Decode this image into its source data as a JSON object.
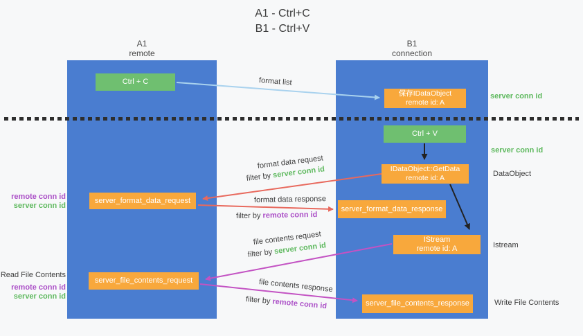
{
  "title": {
    "line1": "A1 - Ctrl+C",
    "line2": "B1 - Ctrl+V"
  },
  "columns": {
    "left": {
      "name": "A1",
      "subtitle": "remote"
    },
    "right": {
      "name": "B1",
      "subtitle": "connection"
    }
  },
  "nodes": {
    "ctrl_c": {
      "label": "Ctrl + C"
    },
    "ctrl_v": {
      "label": "Ctrl + V"
    },
    "save_dataobject": {
      "line1": "保存IDataObject",
      "line2": "remote id: A"
    },
    "getdata": {
      "line1": "IDataObject::GetData",
      "line2": "remote id: A"
    },
    "istream": {
      "line1": "IStream",
      "line2": "remote id: A"
    },
    "format_request": {
      "label": "server_format_data_request"
    },
    "format_response": {
      "label": "server_format_data_response"
    },
    "file_request": {
      "label": "server_file_contents_request"
    },
    "file_response": {
      "label": "server_file_contents_response"
    }
  },
  "arrow_labels": {
    "format_list": "format list",
    "format_data_request": "format data request",
    "format_data_response": "format data response",
    "file_contents_request": "file contents request",
    "file_contents_response": "file contents response",
    "filter_by": "filter by ",
    "server_conn_id": "server conn id",
    "remote_conn_id": "remote conn id"
  },
  "side_labels": {
    "server_conn_id_top": "server conn id",
    "server_conn_id_mid": "server conn id",
    "dataobject": "DataObject",
    "istream": "Istream",
    "write_file_contents": "Write File Contents",
    "read_file_contents": "Read File Contents",
    "remote_conn_id": "remote conn id",
    "server_conn_id": "server conn id"
  },
  "colors": {
    "column_blue": "#4a7dd0",
    "node_orange": "#f8a83c",
    "node_green": "#6fbf70",
    "arrow_light_blue": "#a9d2ee",
    "arrow_red": "#e8695d",
    "arrow_magenta": "#c353c3",
    "arrow_black": "#222222",
    "text_green": "#5eb95e",
    "text_purple": "#ab4fc7",
    "dotted_line": "#2e2e2e"
  }
}
